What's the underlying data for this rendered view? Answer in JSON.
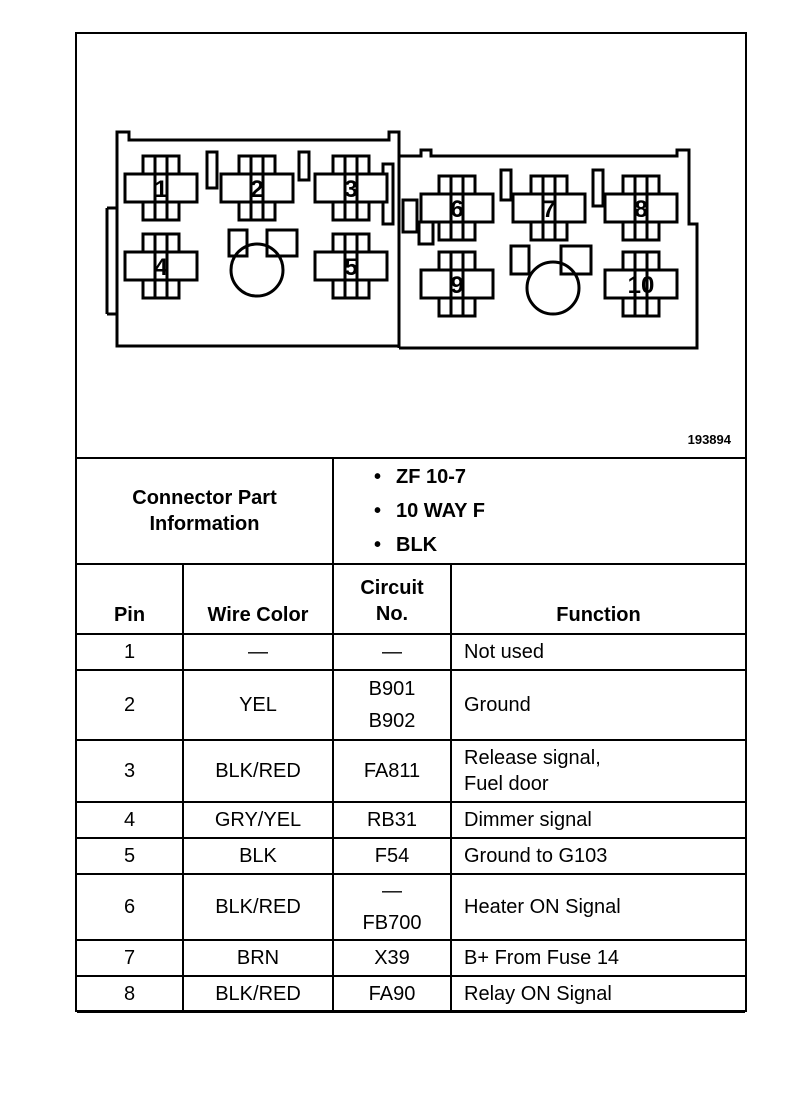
{
  "figure_id": "193894",
  "connector_pins": [
    "1",
    "2",
    "3",
    "4",
    "5",
    "6",
    "7",
    "8",
    "9",
    "10"
  ],
  "connector_info": {
    "label_line1": "Connector Part",
    "label_line2": "Information",
    "items": [
      "ZF 10-7",
      "10 WAY F",
      "BLK"
    ]
  },
  "table": {
    "headers": {
      "pin": "Pin",
      "wire_color": "Wire Color",
      "circuit_line1": "Circuit",
      "circuit_line2": "No.",
      "function": "Function"
    },
    "rows": [
      {
        "pin": "1",
        "wire": "—",
        "circuit": [
          "—"
        ],
        "function": [
          "Not used"
        ]
      },
      {
        "pin": "2",
        "wire": "YEL",
        "circuit": [
          "B901",
          "B902"
        ],
        "function": [
          "Ground"
        ]
      },
      {
        "pin": "3",
        "wire": "BLK/RED",
        "circuit": [
          "FA811"
        ],
        "function": [
          "Release signal,",
          "Fuel door"
        ]
      },
      {
        "pin": "4",
        "wire": "GRY/YEL",
        "circuit": [
          "RB31"
        ],
        "function": [
          "Dimmer signal"
        ]
      },
      {
        "pin": "5",
        "wire": "BLK",
        "circuit": [
          "F54"
        ],
        "function": [
          "Ground to G103"
        ]
      },
      {
        "pin": "6",
        "wire": "BLK/RED",
        "circuit": [
          "—",
          "FB700"
        ],
        "function": [
          "Heater ON Signal"
        ]
      },
      {
        "pin": "7",
        "wire": "BRN",
        "circuit": [
          "X39"
        ],
        "function": [
          "B+ From Fuse 14"
        ]
      },
      {
        "pin": "8",
        "wire": "BLK/RED",
        "circuit": [
          "FA90"
        ],
        "function": [
          "Relay ON Signal"
        ]
      }
    ]
  }
}
